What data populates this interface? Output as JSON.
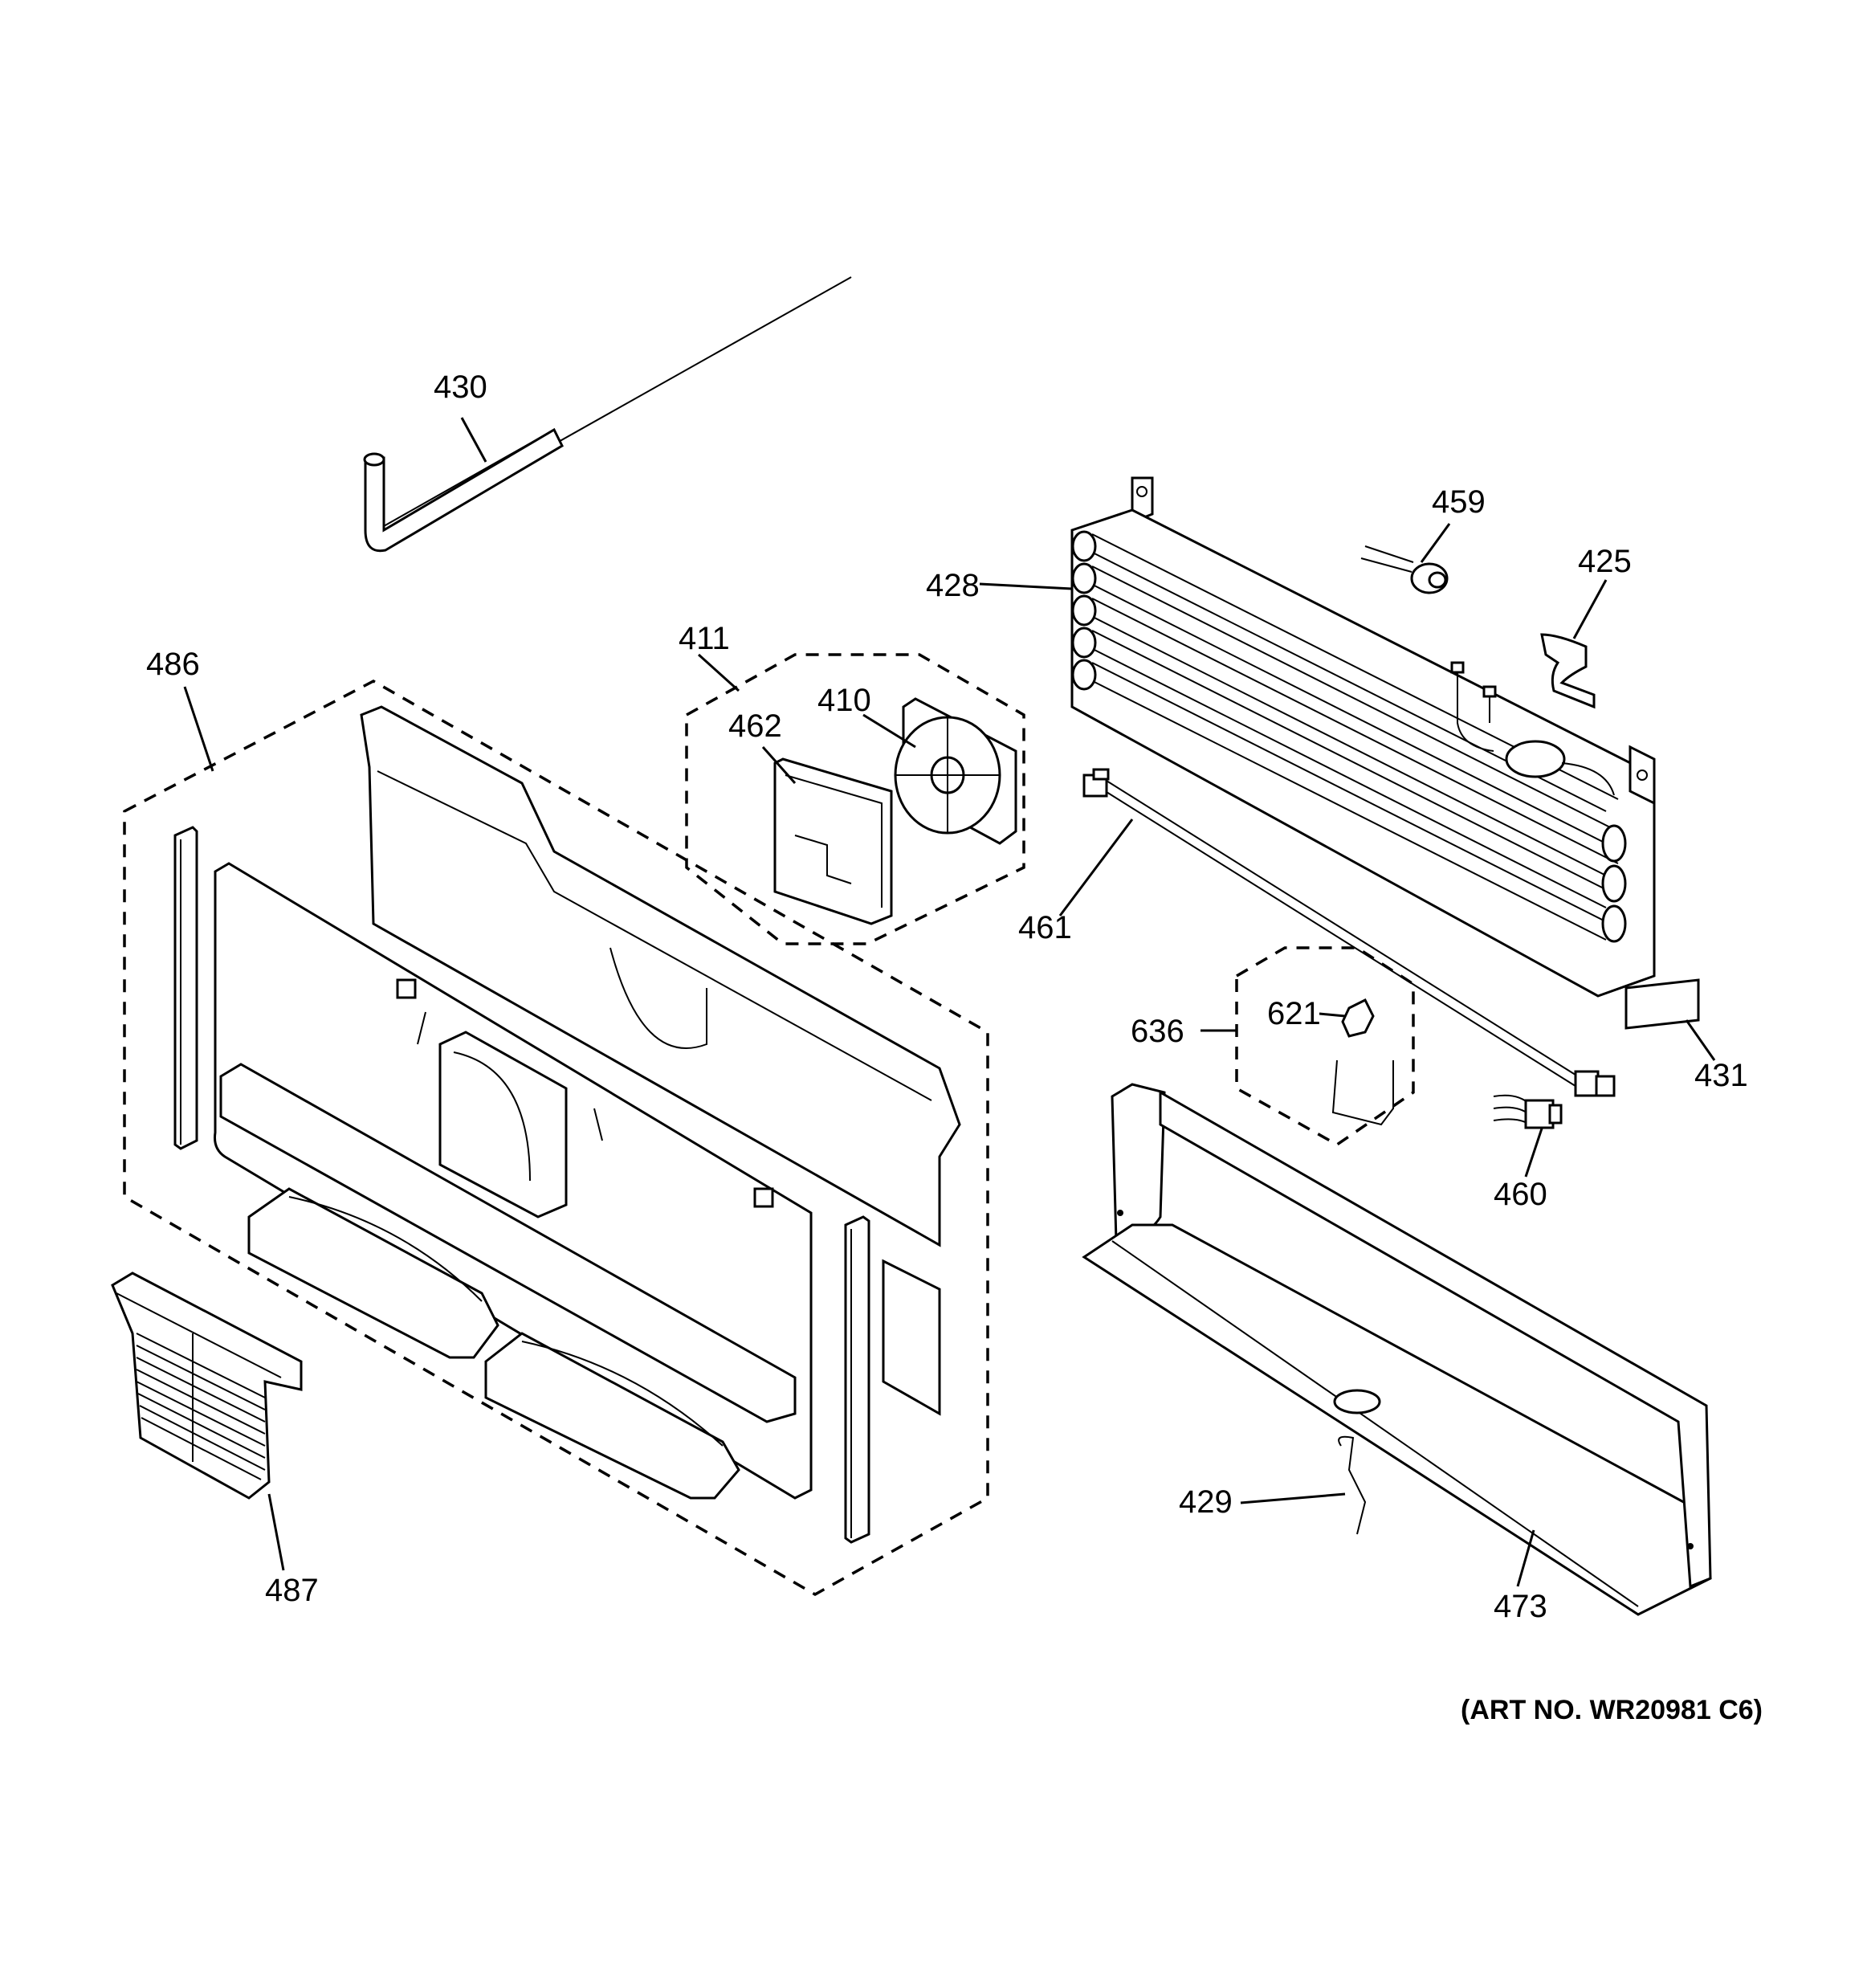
{
  "labels": {
    "p430": "430",
    "p428": "428",
    "p459": "459",
    "p425": "425",
    "p411": "411",
    "p410": "410",
    "p462": "462",
    "p486": "486",
    "p461": "461",
    "p636": "636",
    "p621": "621",
    "p431": "431",
    "p460": "460",
    "p429": "429",
    "p473": "473",
    "p487": "487"
  },
  "art_number": "(ART NO. WR20981 C6)"
}
